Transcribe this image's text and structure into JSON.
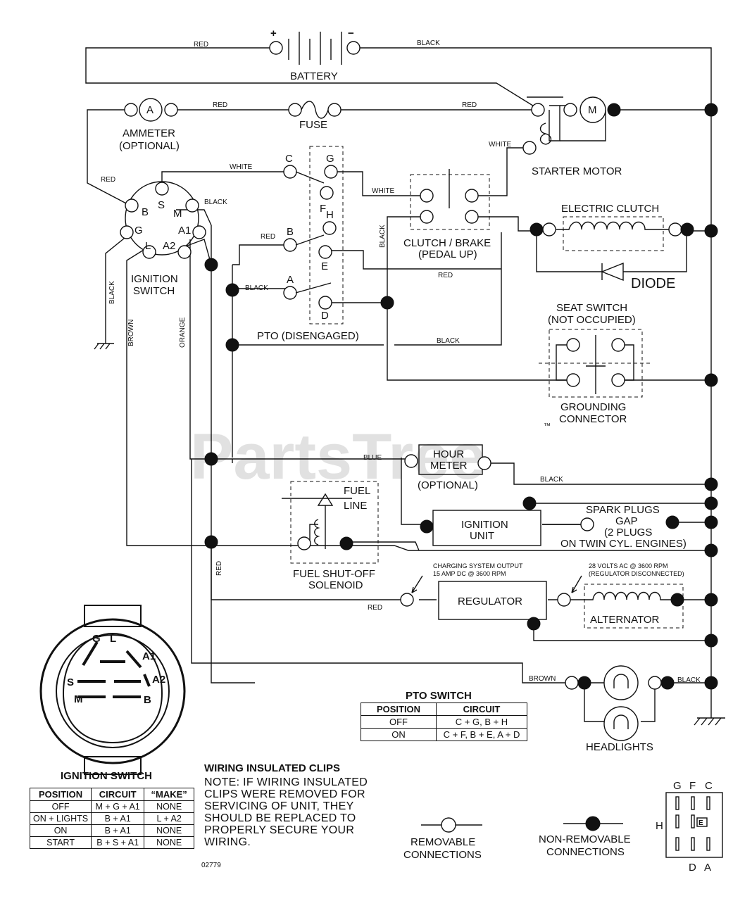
{
  "watermark": "PartsTree",
  "watermark_tm": "™",
  "components": {
    "battery": "BATTERY",
    "battery_pos": "+",
    "battery_neg": "−",
    "ammeter_l1": "AMMETER",
    "ammeter_l2": "(OPTIONAL)",
    "ammeter_symbol": "A",
    "fuse": "FUSE",
    "starter_motor": "STARTER MOTOR",
    "motor_symbol": "M",
    "ignition_switch_l1": "IGNITION",
    "ignition_switch_l2": "SWITCH",
    "clutch_brake_l1": "CLUTCH / BRAKE",
    "clutch_brake_l2": "(PEDAL UP)",
    "electric_clutch": "ELECTRIC CLUTCH",
    "diode": "DIODE",
    "pto_disengaged": "PTO (DISENGAGED)",
    "seat_switch_l1": "SEAT SWITCH",
    "seat_switch_l2": "(NOT OCCUPIED)",
    "grounding_l1": "GROUNDING",
    "grounding_l2": "CONNECTOR",
    "hour_meter_l1": "HOUR",
    "hour_meter_l2": "METER",
    "hour_meter_l3": "(OPTIONAL)",
    "fuel_line_l1": "FUEL",
    "fuel_line_l2": "LINE",
    "ignition_unit_l1": "IGNITION",
    "ignition_unit_l2": "UNIT",
    "spark_l1": "SPARK PLUGS",
    "spark_l2": "GAP",
    "spark_l3": "(2 PLUGS",
    "spark_l4": "ON TWIN CYL. ENGINES)",
    "fuel_solenoid_l1": "FUEL SHUT-OFF",
    "fuel_solenoid_l2": "SOLENOID",
    "charging_l1": "CHARGING SYSTEM OUTPUT",
    "charging_l2": "15 AMP DC @ 3600 RPM",
    "volts_l1": "28 VOLTS AC @ 3600 RPM",
    "volts_l2": "(REGULATOR DISCONNECTED)",
    "regulator": "REGULATOR",
    "alternator": "ALTERNATOR",
    "headlights": "HEADLIGHTS"
  },
  "terminals": {
    "ign": [
      "B",
      "S",
      "M",
      "G",
      "L",
      "A2",
      "A1"
    ],
    "pto": [
      "C",
      "G",
      "F",
      "H",
      "B",
      "E",
      "A",
      "D"
    ],
    "diagram": [
      "G",
      "L",
      "A1",
      "A2",
      "S",
      "M",
      "B"
    ],
    "pto_diagram": [
      "G",
      "F",
      "C",
      "H",
      "E",
      "D",
      "A"
    ]
  },
  "wires": {
    "red": "RED",
    "black": "BLACK",
    "white": "WHITE",
    "brown": "BROWN",
    "orange": "ORANGE",
    "blue": "BLUE"
  },
  "pto_table": {
    "title": "PTO SWITCH",
    "headers": [
      "POSITION",
      "CIRCUIT"
    ],
    "rows": [
      [
        "OFF",
        "C + G, B + H"
      ],
      [
        "ON",
        "C + F, B + E, A + D"
      ]
    ]
  },
  "ign_table": {
    "title": "IGNITION SWITCH",
    "headers": [
      "POSITION",
      "CIRCUIT",
      "“MAKE”"
    ],
    "rows": [
      [
        "OFF",
        "M + G + A1",
        "NONE"
      ],
      [
        "ON + LIGHTS",
        "B + A1",
        "L + A2"
      ],
      [
        "ON",
        "B + A1",
        "NONE"
      ],
      [
        "START",
        "B + S + A1",
        "NONE"
      ]
    ]
  },
  "note": {
    "title": "WIRING INSULATED CLIPS",
    "lines": [
      "NOTE: IF WIRING INSULATED",
      "CLIPS WERE REMOVED FOR",
      "SERVICING OF UNIT, THEY",
      "SHOULD BE REPLACED TO",
      "PROPERLY SECURE YOUR",
      "WIRING."
    ]
  },
  "legend": {
    "removable_l1": "REMOVABLE",
    "removable_l2": "CONNECTIONS",
    "nonremovable_l1": "NON-REMOVABLE",
    "nonremovable_l2": "CONNECTIONS"
  },
  "code": "02779"
}
